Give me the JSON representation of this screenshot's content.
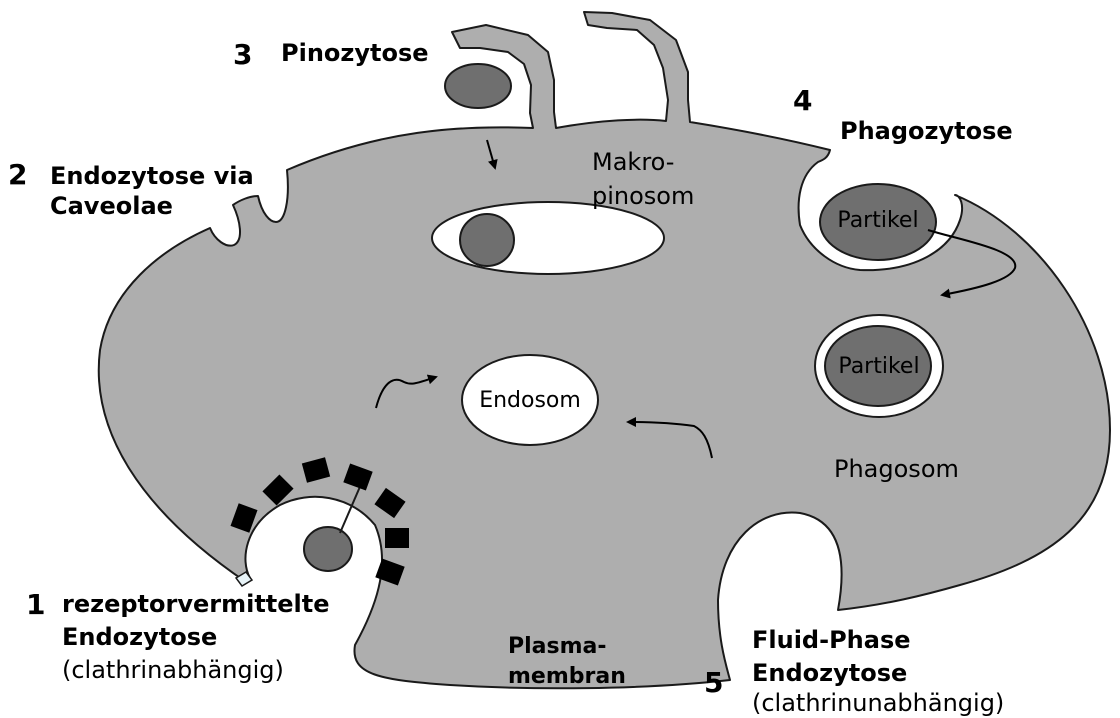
{
  "colors": {
    "cell": "#aeaeae",
    "outline": "#1a1a1a",
    "particle": "#6f6f6f",
    "vesicle": "#ffffff",
    "coat": "#000000"
  },
  "labels": {
    "n1": "1",
    "rezeptor_line1": "rezeptorvermittelte",
    "rezeptor_line2": "Endozytose",
    "rezeptor_line3": "(clathrinabhängig)",
    "n2": "2",
    "caveolae_line1": "Endozytose via",
    "caveolae_line2": "Caveolae",
    "n3": "3",
    "pinozytose": "Pinozytose",
    "makro_line1": "Makro-",
    "makro_line2": "pinosom",
    "n4": "4",
    "phagozytose": "Phagozytose",
    "partikel1": "Partikel",
    "partikel2": "Partikel",
    "phagosom": "Phagosom",
    "endosom": "Endosom",
    "plasma_line1": "Plasma-",
    "plasma_line2": "membran",
    "n5": "5",
    "fluid_line1": "Fluid-Phase",
    "fluid_line2": "Endozytose",
    "fluid_line3": "(clathrinunabhängig)"
  },
  "icons": [
    "clathrin-coat",
    "arrow"
  ]
}
